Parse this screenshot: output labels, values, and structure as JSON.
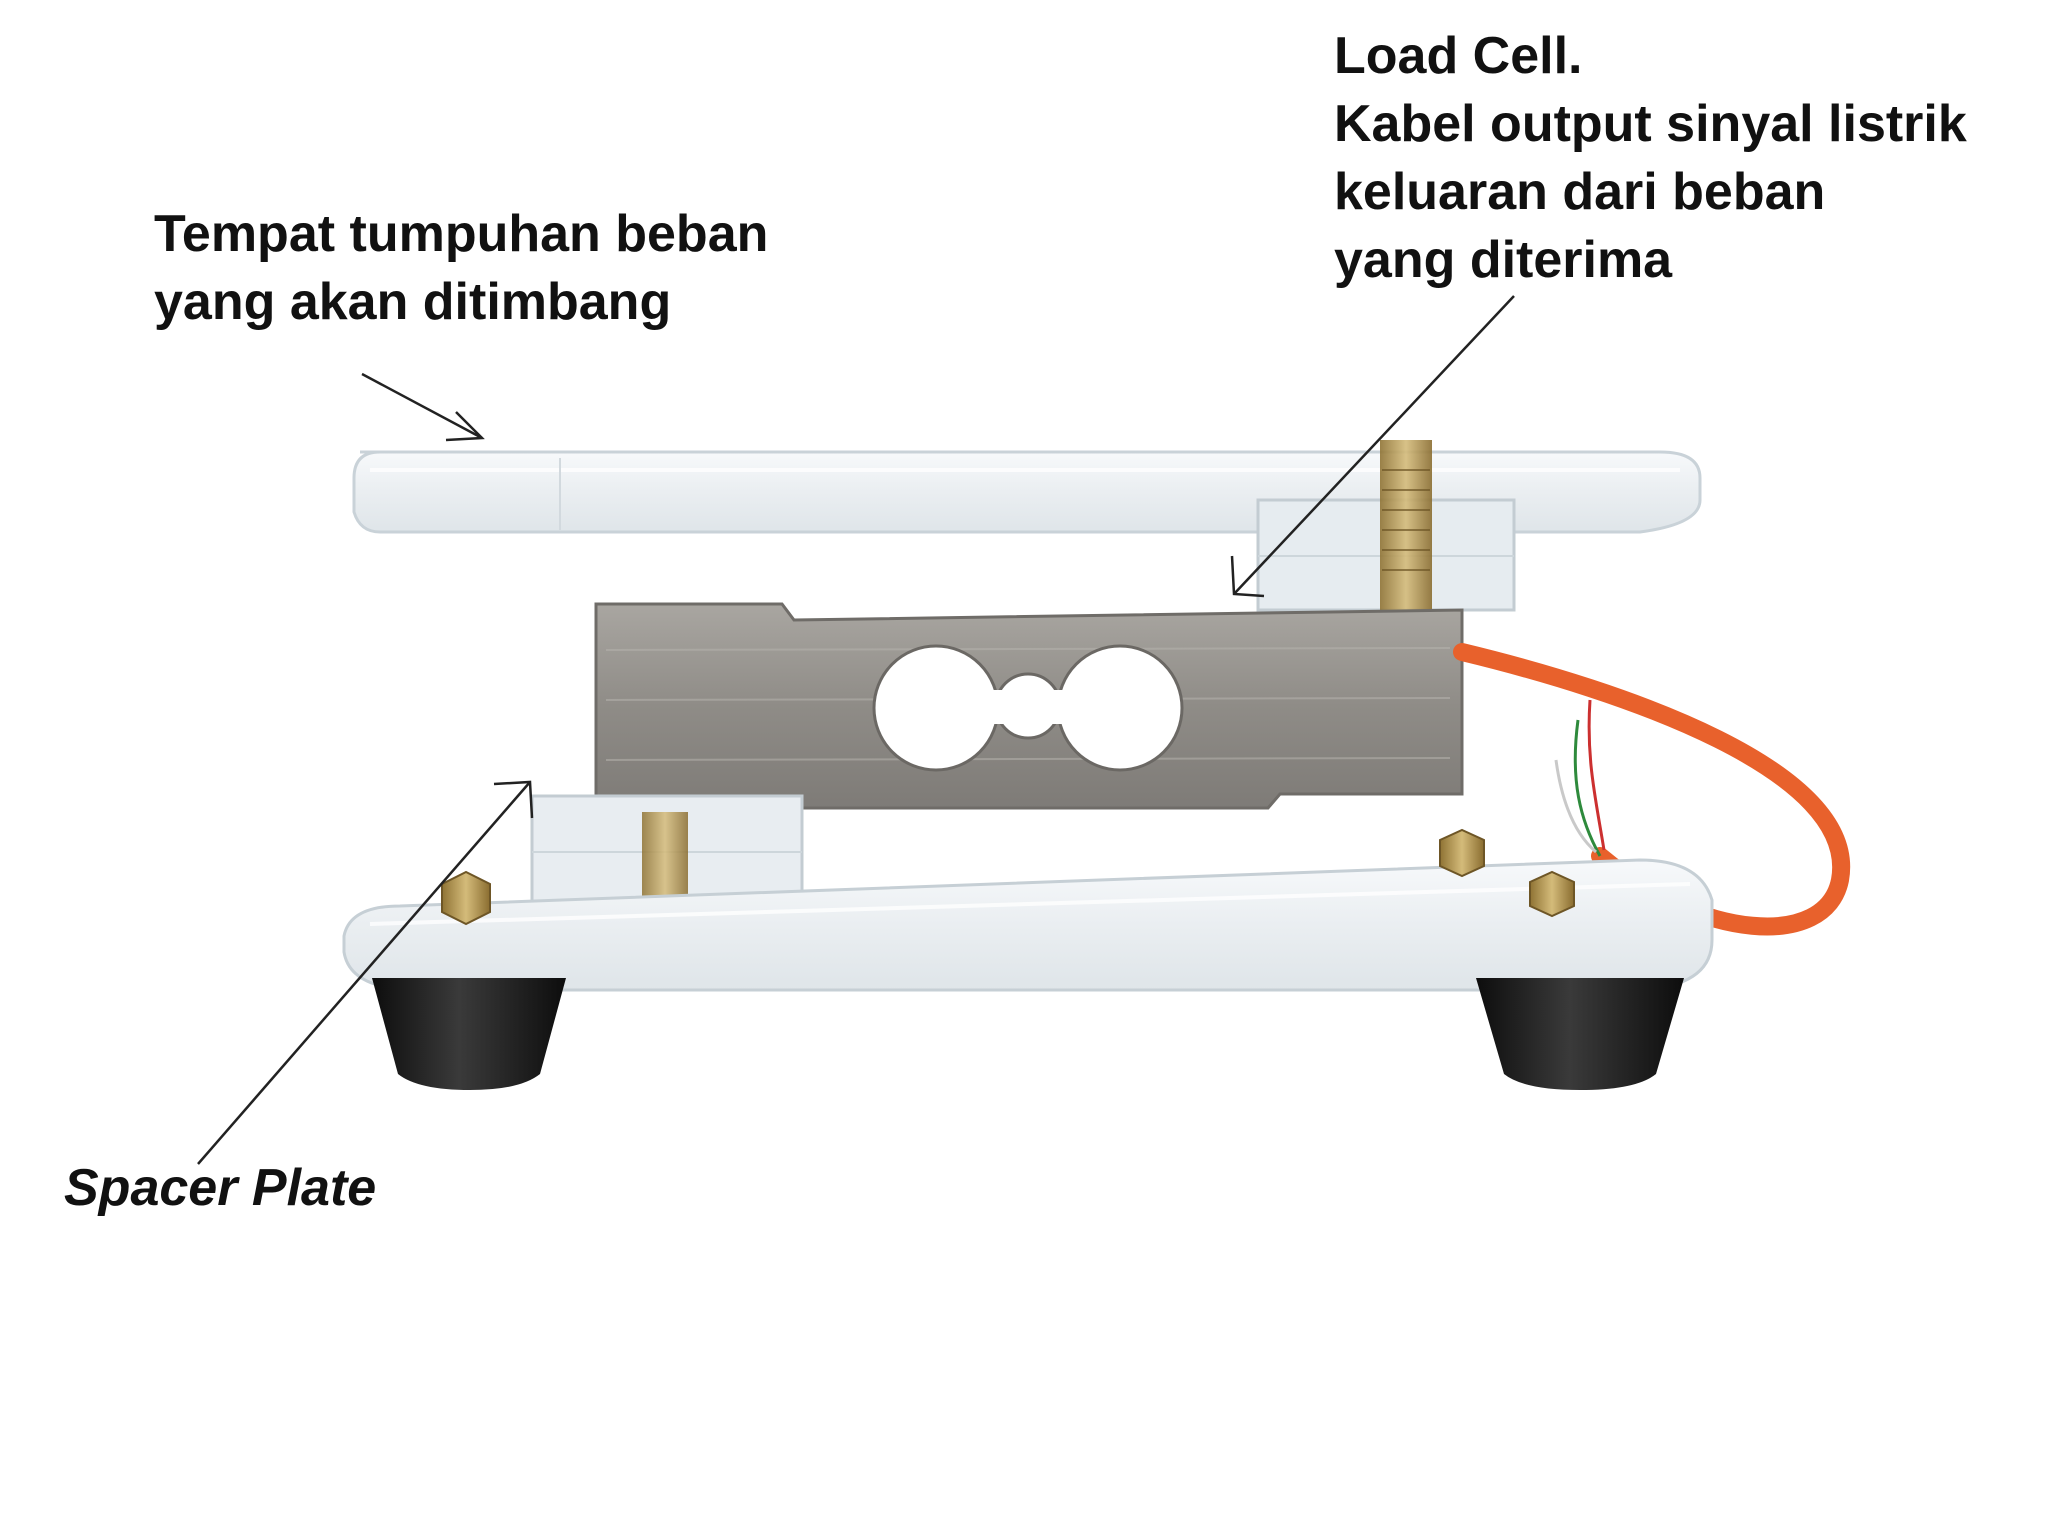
{
  "labels": {
    "platform": {
      "line1": "Tempat tumpuhan beban",
      "line2": "yang akan ditimbang"
    },
    "load_cell": {
      "line1": "Load Cell.",
      "line2": "Kabel output sinyal listrik",
      "line3": "keluaran dari beban",
      "line4": "yang diterima"
    },
    "spacer": {
      "text": "Spacer Plate"
    }
  },
  "colors": {
    "acrylic": "#eef2f5",
    "acrylic_edge": "#c9d2d8",
    "aluminum": "#8d8a86",
    "aluminum_light": "#b5b2ad",
    "cable": "#e8612c",
    "rubber_foot": "#1a1a1a",
    "brass": "#b79a55",
    "pointer_line": "#222222"
  }
}
